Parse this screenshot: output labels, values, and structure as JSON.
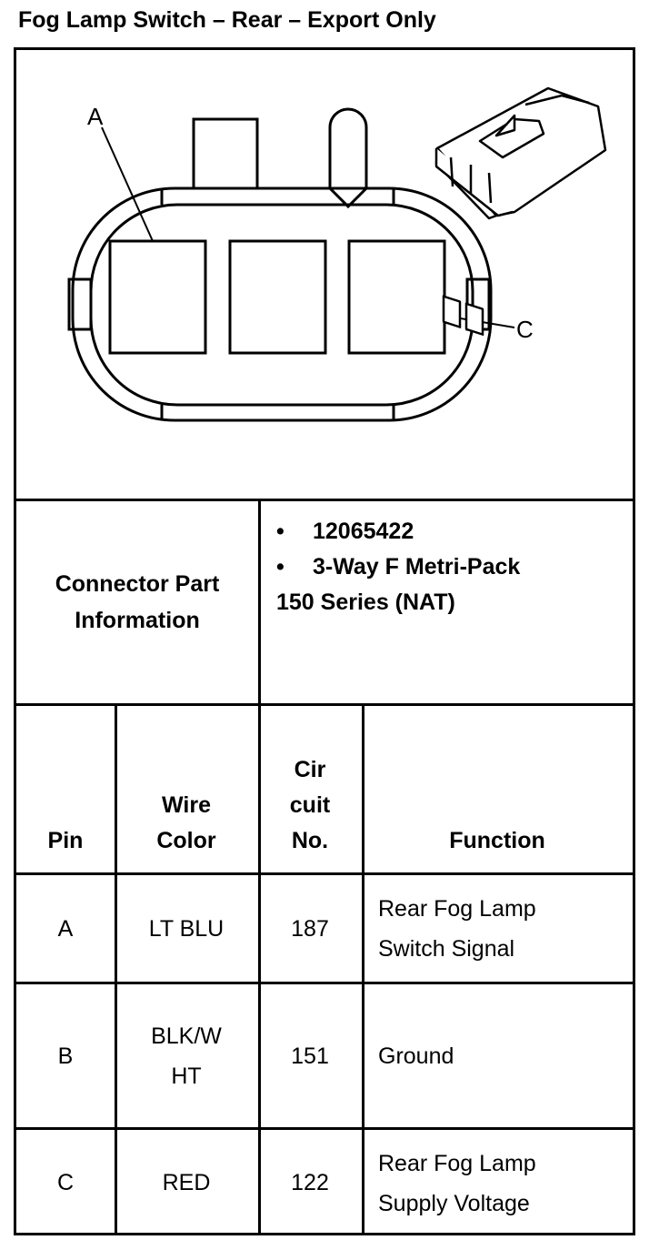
{
  "title": "Fog Lamp Switch – Rear – Export Only",
  "diagram": {
    "callout_a": "A",
    "callout_c": "C"
  },
  "connector_info": {
    "label_line1": "Connector Part",
    "label_line2": "Information",
    "part_number": "12065422",
    "connector_line1": "3-Way F Metri-Pack",
    "connector_line2": "150 Series (NAT)",
    "bullet": "•"
  },
  "table": {
    "headers": {
      "pin": "Pin",
      "wire_color_1": "Wire",
      "wire_color_2": "Color",
      "circuit_1": "Cir",
      "circuit_2": "cuit",
      "circuit_3": "No.",
      "function": "Function"
    },
    "rows": [
      {
        "pin": "A",
        "color_1": "LT BLU",
        "color_2": "",
        "circuit": "187",
        "function_1": "Rear Fog Lamp",
        "function_2": "Switch Signal"
      },
      {
        "pin": "B",
        "color_1": "BLK/W",
        "color_2": "HT",
        "circuit": "151",
        "function_1": "Ground",
        "function_2": ""
      },
      {
        "pin": "C",
        "color_1": "RED",
        "color_2": "",
        "circuit": "122",
        "function_1": "Rear Fog Lamp",
        "function_2": "Supply Voltage"
      }
    ]
  }
}
